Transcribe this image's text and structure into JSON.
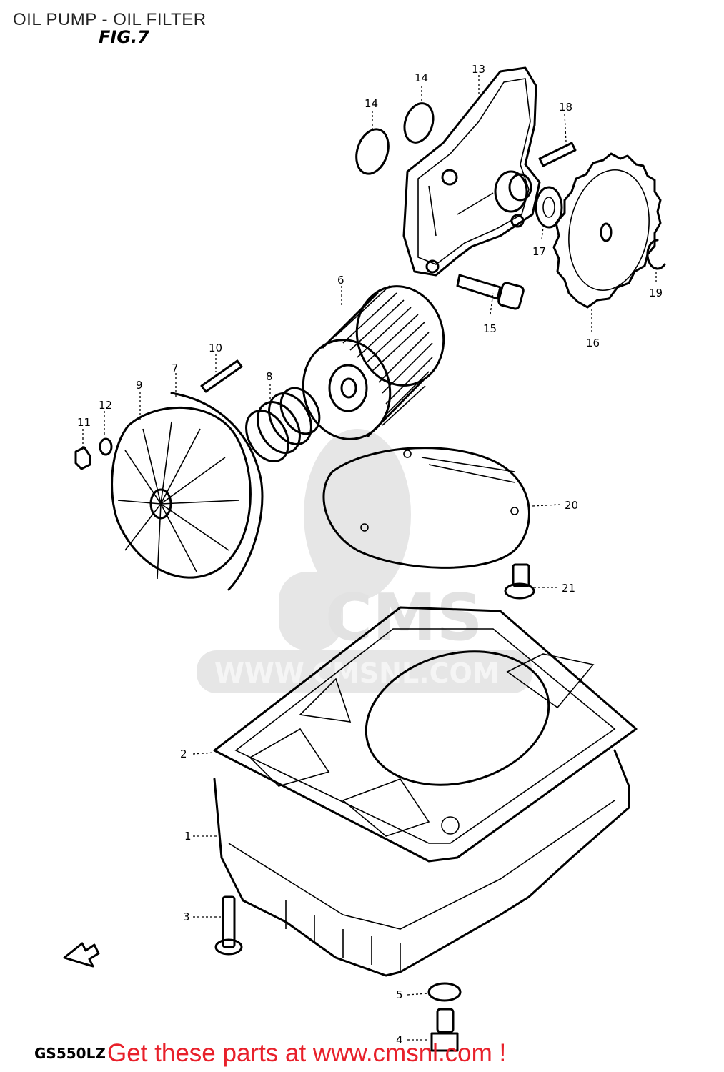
{
  "title": "OIL PUMP - OIL FILTER",
  "figure_label": "FIG.7",
  "model_code": "GS550LZ",
  "banner": "Get these parts at www.cmsnl.com !",
  "watermark": {
    "logo": "CMS",
    "url": "WWW.CMSNL.COM"
  },
  "callouts": [
    "1",
    "2",
    "3",
    "4",
    "5",
    "6",
    "7",
    "8",
    "9",
    "10",
    "11",
    "12",
    "13",
    "14",
    "14",
    "15",
    "16",
    "17",
    "18",
    "19",
    "20",
    "21"
  ],
  "colors": {
    "banner": "#e8202a",
    "line": "#000000",
    "watermark": "#e2e2e2"
  }
}
